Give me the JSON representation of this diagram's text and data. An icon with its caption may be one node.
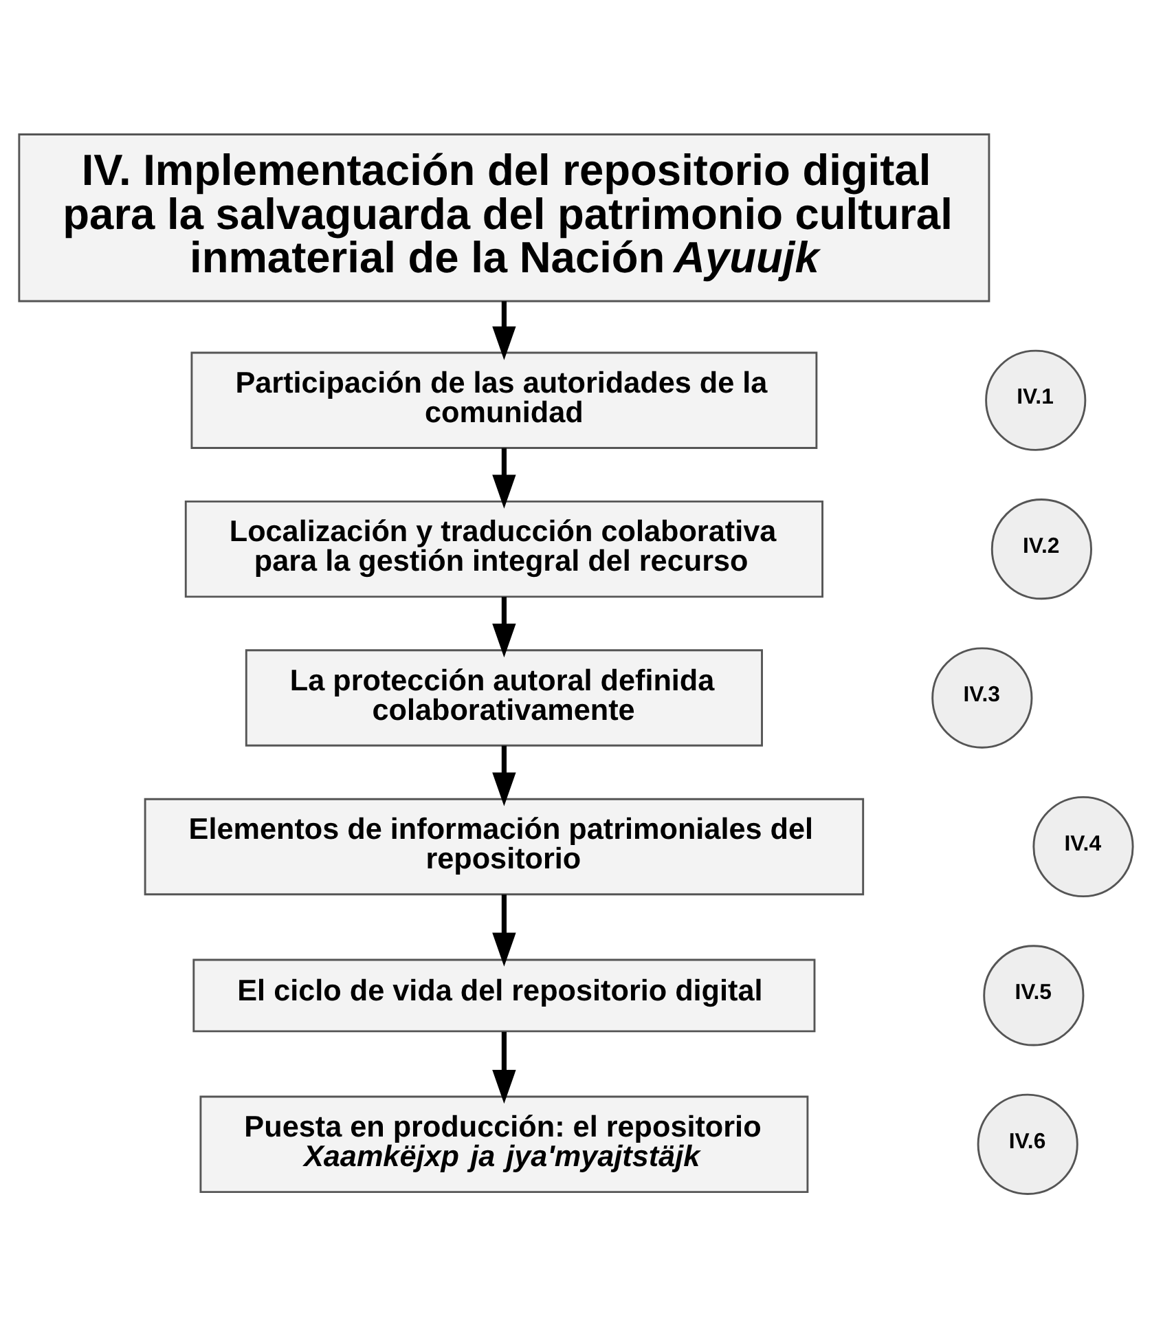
{
  "diagram": {
    "nodes": [
      {
        "text": [
          "IV. Implementación del repositorio digital para la salvaguarda del patrimonio cultural inmaterial de la Nación *Ayuujk*"
        ]
      },
      {
        "text": [
          "Participación de las autoridades de la comunidad"
        ]
      },
      {
        "text": [
          "IV.1"
        ]
      },
      {
        "text": [
          "Localización y traducción colaborativa para la gestión integral del recurso"
        ]
      },
      {
        "text": [
          "IV.2"
        ]
      },
      {
        "text": [
          "La protección autoral definida colaborativamente"
        ]
      },
      {
        "text": [
          "IV.3"
        ]
      },
      {
        "text": [
          "Elementos de información patrimoniales del repositorio"
        ]
      },
      {
        "text": [
          "IV.4"
        ]
      },
      {
        "text": [
          "El ciclo de vida del repositorio digital"
        ]
      },
      {
        "text": [
          "IV.5"
        ]
      },
      {
        "text": [
          "Puesta en producción: el repositorio *Xaamkëjxp ja jya'myajtstäjk*"
        ]
      },
      {
        "text": [
          "IV.6"
        ]
      }
    ],
    "edges": [
      {
        "from": 0,
        "to": 1,
        "arrow": "to"
      },
      {
        "from": 1,
        "to": 3,
        "arrow": "to"
      },
      {
        "from": 3,
        "to": 5,
        "arrow": "to"
      },
      {
        "from": 5,
        "to": 7,
        "arrow": "to"
      },
      {
        "from": 7,
        "to": 9,
        "arrow": "to"
      },
      {
        "from": 9,
        "to": 11,
        "arrow": "to"
      }
    ]
  }
}
